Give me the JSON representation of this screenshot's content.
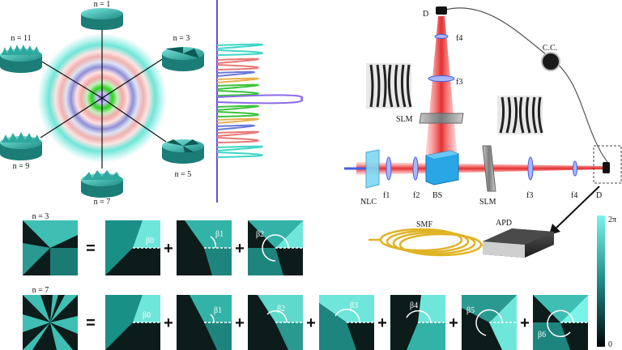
{
  "plates": {
    "n1": "n = 1",
    "n3": "n = 3",
    "n5": "n = 5",
    "n7": "n = 7",
    "n9": "n = 9",
    "n11": "n = 11"
  },
  "setup": {
    "D_top": "D",
    "f4_top": "f4",
    "f3_top": "f3",
    "CC": "C.C.",
    "SLM_top": "SLM",
    "NLC": "NLC",
    "f1": "f1",
    "f2": "f2",
    "BS": "BS",
    "SLM_bottom": "SLM",
    "f3_bottom": "f3",
    "f4_bottom": "f4",
    "D_bottom": "D",
    "SMF": "SMF",
    "APD": "APD"
  },
  "rows": {
    "row1_label": "n = 3",
    "row2_label": "n = 7",
    "equals": "=",
    "plus": "+",
    "betas": [
      "β0",
      "β1",
      "β2",
      "β3",
      "β4",
      "β5",
      "β6"
    ]
  },
  "colorbar": {
    "max": "2π",
    "min": "0"
  },
  "colors": {
    "teal": "#2bb5a8",
    "beam": "#e01818",
    "spectrum_axis": "#6a4fd8"
  }
}
